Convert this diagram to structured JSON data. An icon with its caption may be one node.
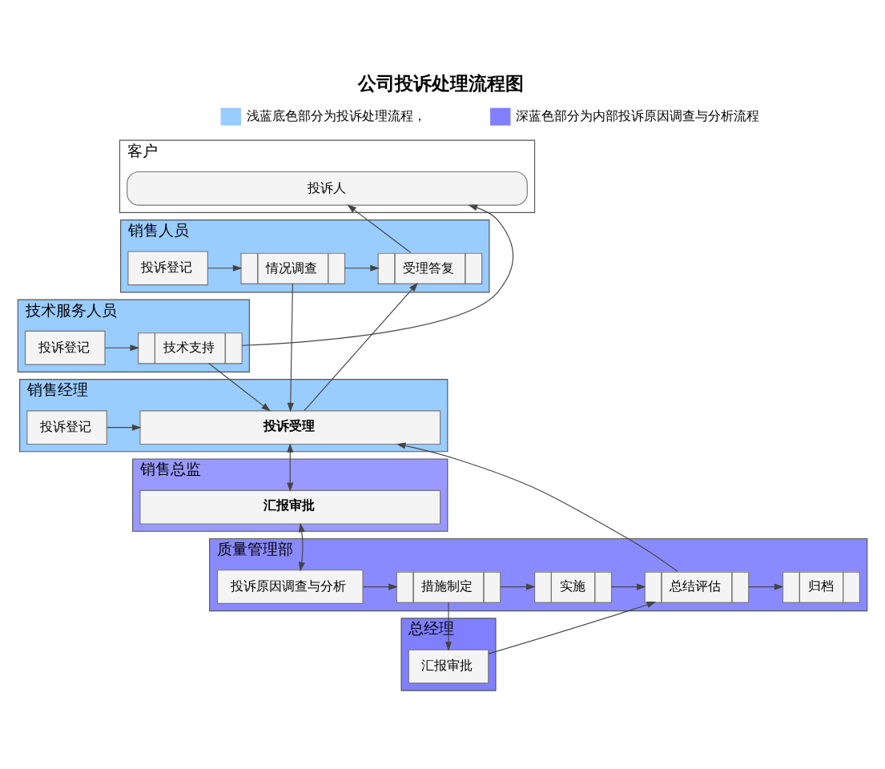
{
  "diagram": {
    "title": "公司投诉处理流程图",
    "nodes": [
      {
        "text": [
          "客户"
        ]
      },
      {
        "text": [
          "投诉人"
        ],
        "in": 0
      },
      {
        "text": [
          "销售人员"
        ]
      },
      {
        "text": [
          "投诉登记"
        ],
        "in": 2
      },
      {
        "text": [
          "情况调查"
        ],
        "in": 2
      },
      {
        "text": [
          "受理答复"
        ],
        "in": 2
      },
      {
        "text": [
          "技术服务人员"
        ]
      },
      {
        "text": [
          "投诉登记"
        ],
        "in": 6
      },
      {
        "text": [
          "技术支持"
        ],
        "in": 6
      },
      {
        "text": [
          "销售经理"
        ]
      },
      {
        "text": [
          "投诉登记"
        ],
        "in": 9
      },
      {
        "text": [
          "投诉受理"
        ],
        "in": 9
      },
      {
        "text": [
          "销售总监"
        ]
      },
      {
        "text": [
          "汇报审批"
        ],
        "in": 12
      },
      {
        "text": [
          "质量管理部"
        ]
      },
      {
        "text": [
          "投诉原因调查与分析"
        ],
        "in": 14
      },
      {
        "text": [
          "措施制定"
        ],
        "in": 14
      },
      {
        "text": [
          "实施"
        ],
        "in": 14
      },
      {
        "text": [
          "总结评估"
        ],
        "in": 14
      },
      {
        "text": [
          "归档"
        ],
        "in": 14
      },
      {
        "text": [
          "总经理"
        ]
      },
      {
        "text": [
          "汇报审批"
        ],
        "in": 20
      }
    ],
    "edges": [
      {
        "from": 3,
        "to": 4,
        "arrow": "to"
      },
      {
        "from": 4,
        "to": 5,
        "arrow": "to"
      },
      {
        "from": 5,
        "to": 1,
        "arrow": "to"
      },
      {
        "from": 7,
        "to": 8,
        "arrow": "to"
      },
      {
        "from": 8,
        "to": 1,
        "arrow": "to"
      },
      {
        "from": 4,
        "to": 11,
        "arrow": "to"
      },
      {
        "from": 8,
        "to": 11,
        "arrow": "to"
      },
      {
        "from": 10,
        "to": 11,
        "arrow": "to"
      },
      {
        "from": 11,
        "to": 5,
        "arrow": "to"
      },
      {
        "from": 11,
        "to": 13,
        "arrow": "both"
      },
      {
        "from": 13,
        "to": 15,
        "arrow": "both"
      },
      {
        "from": 15,
        "to": 16,
        "arrow": "to"
      },
      {
        "from": 16,
        "to": 17,
        "arrow": "to"
      },
      {
        "from": 17,
        "to": 18,
        "arrow": "to"
      },
      {
        "from": 18,
        "to": 19,
        "arrow": "to"
      },
      {
        "from": 16,
        "to": 21,
        "arrow": "to"
      },
      {
        "from": 21,
        "to": 18,
        "arrow": "to"
      },
      {
        "from": 18,
        "to": 11,
        "arrow": "to"
      }
    ],
    "legend": [
      {
        "text": "浅蓝底色部分为投诉处理流程，",
        "color": "#99ccff"
      },
      {
        "text": "深蓝色部分为内部投诉原因调查与分析流程",
        "color": "#8080ff"
      }
    ]
  }
}
